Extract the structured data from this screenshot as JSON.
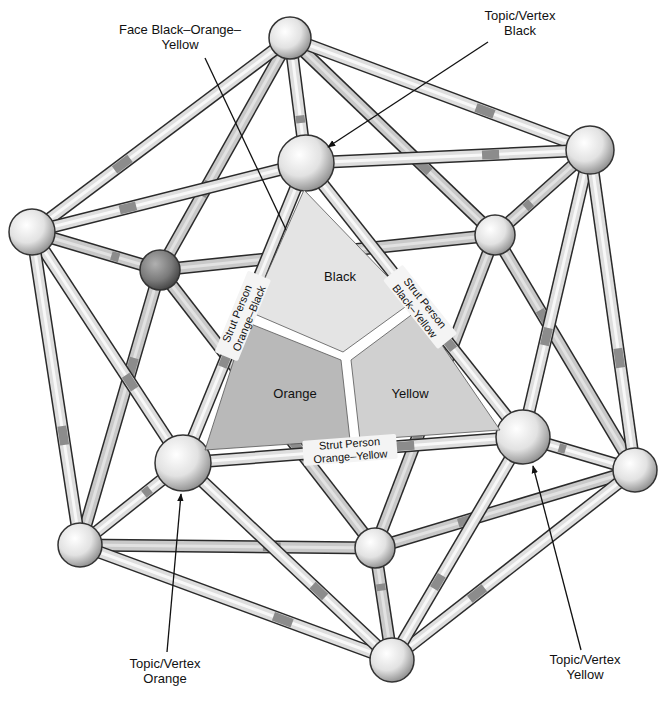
{
  "diagram": {
    "nodes": [
      {
        "text": [
          "Black"
        ]
      },
      {
        "text": [
          "Orange"
        ]
      },
      {
        "text": [
          "Yellow"
        ]
      }
    ],
    "labels": [
      "Face Black–Orange–Yellow",
      "Topic/Vertex Black",
      "Strut Person Orange–Black",
      "Strut Person Black–Yellow",
      "Strut Person Orange–Yellow",
      "Topic/Vertex Orange",
      "Topic/Vertex Yellow"
    ]
  }
}
